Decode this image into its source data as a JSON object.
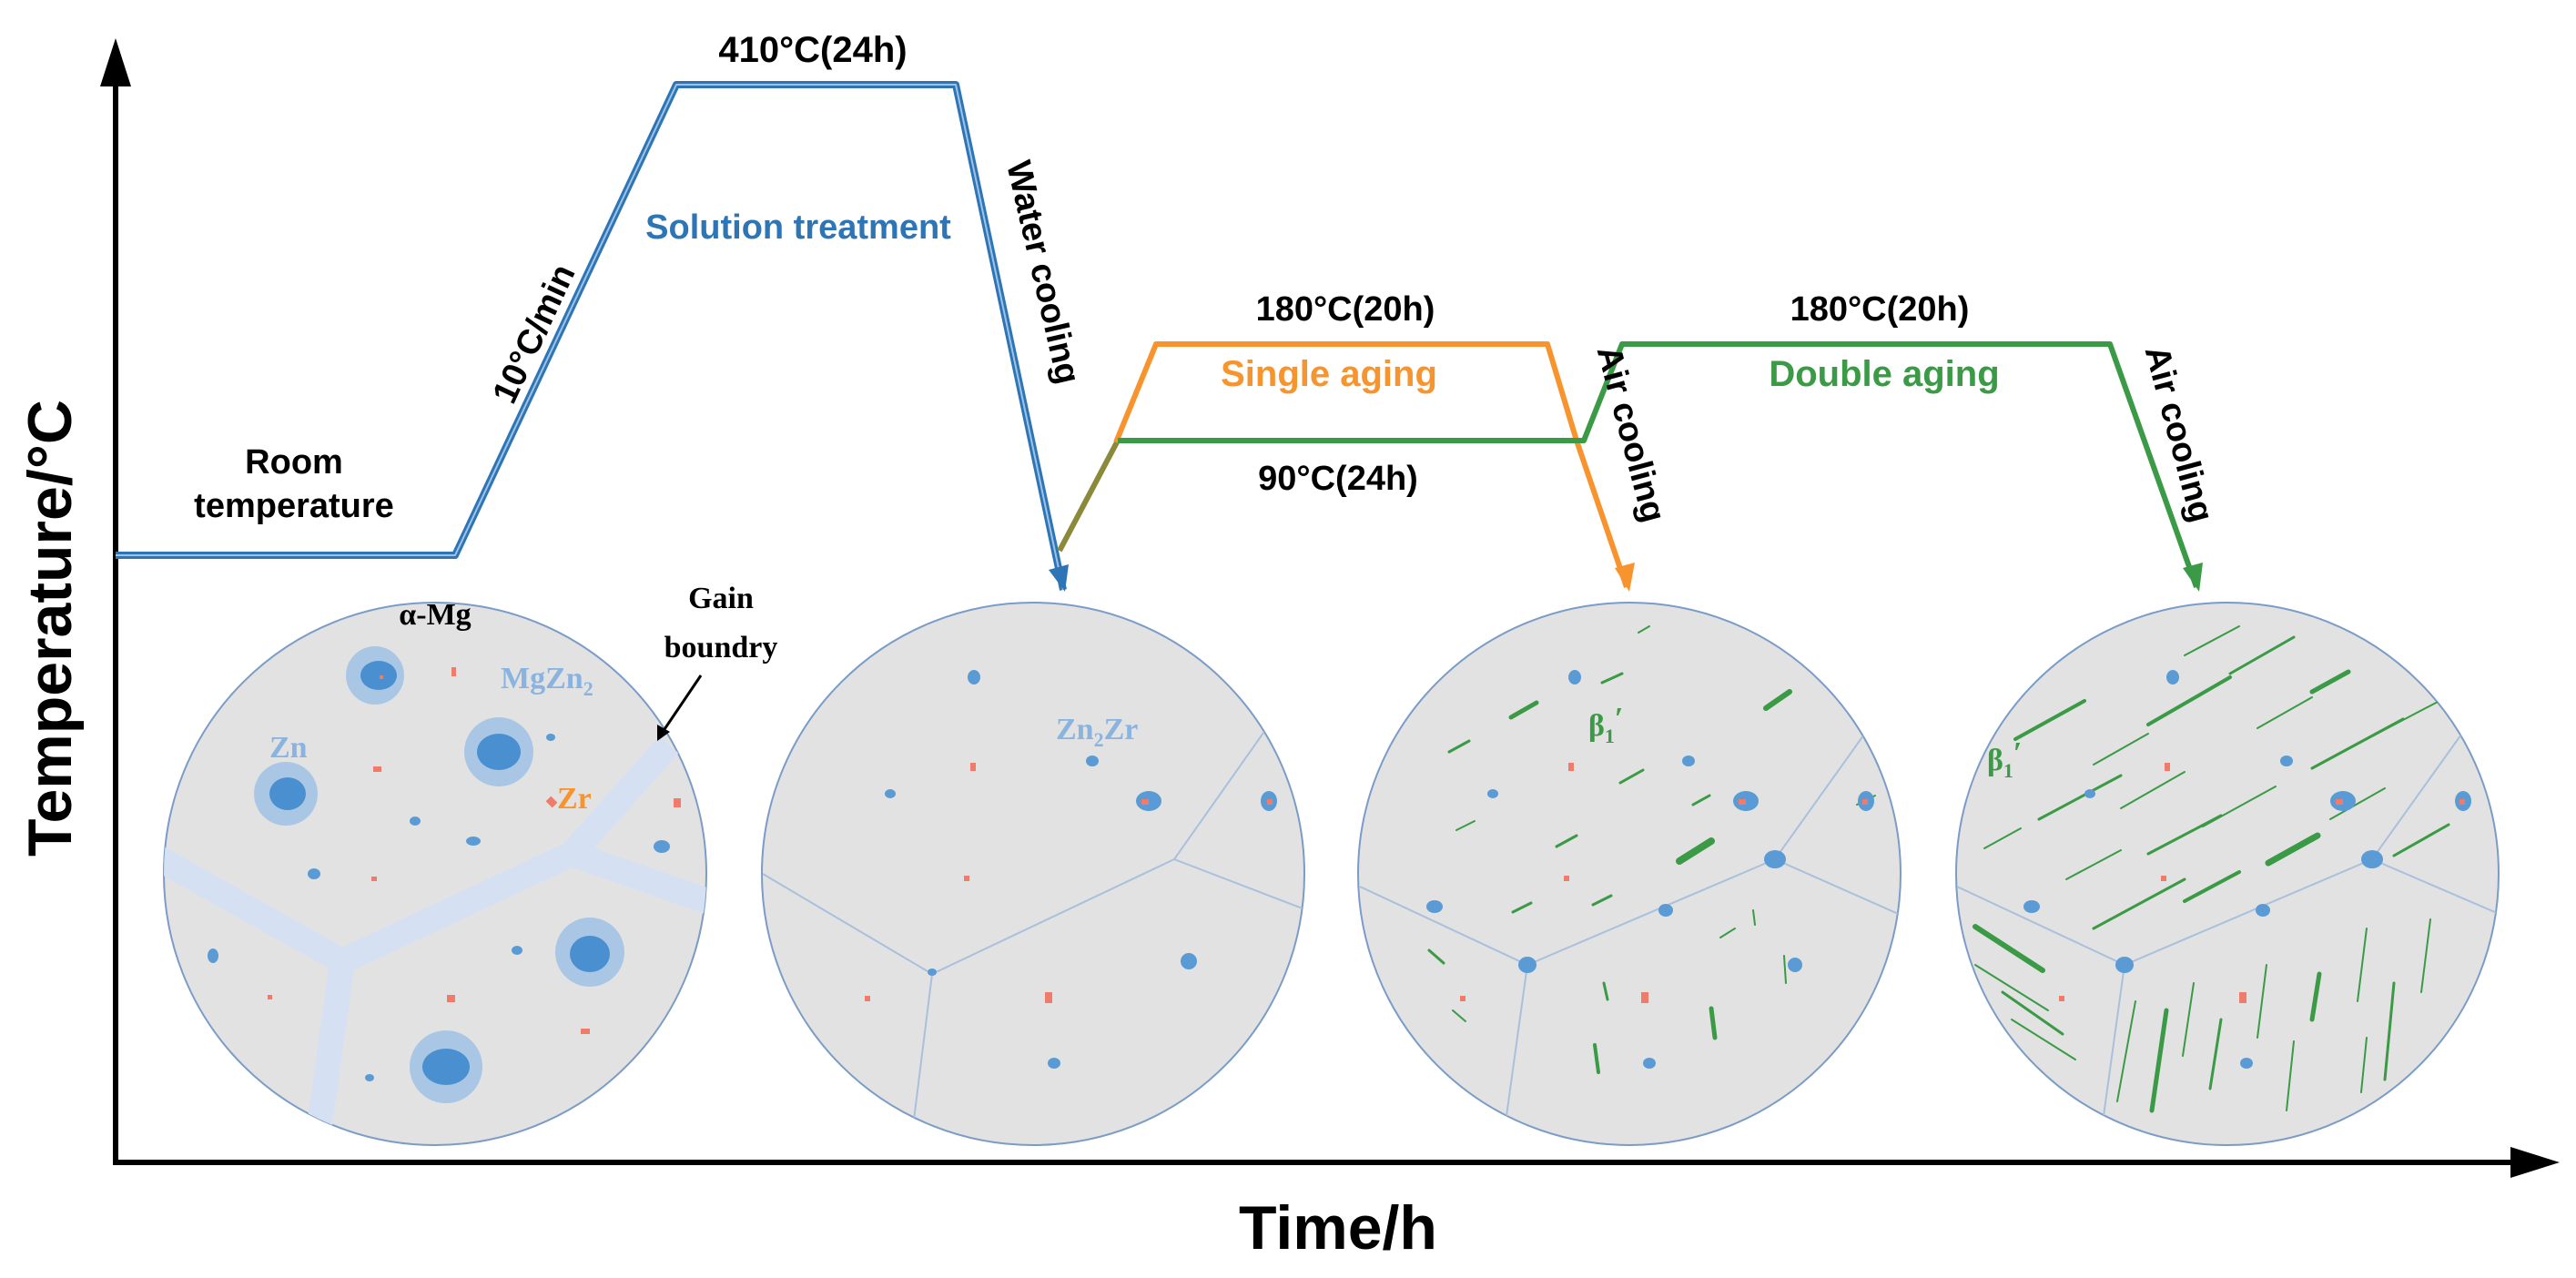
{
  "axes": {
    "y_label": "Temperature/°C",
    "x_label": "Time/h"
  },
  "stages": {
    "room": [
      "Room",
      "temperature"
    ],
    "heating_rate": "10°C/min",
    "solution_temp": "410°C(24h)",
    "solution_label": "Solution treatment",
    "water_cooling": "Water cooling",
    "single_temp": "180°C(20h)",
    "single_label": "Single aging",
    "air_cooling_1": "Air cooling",
    "pre_aging_temp": "90°C(24h)",
    "double_temp": "180°C(20h)",
    "double_label": "Double aging",
    "air_cooling_2": "Air cooling"
  },
  "micro": {
    "alpha_mg": "α-Mg",
    "mgzn2": "MgZn",
    "mgzn2_sub": "2",
    "zn": "Zn",
    "zr": "Zr",
    "gb": [
      "Gain",
      "boundry"
    ],
    "zn2zr_a": "Zn",
    "zn2zr_sub": "2",
    "zn2zr_b": "Zr",
    "beta": "β",
    "beta_sub": "1",
    "beta_prime": "′"
  },
  "colors": {
    "solution": "#2e75b6",
    "single": "#f7942e",
    "double": "#3a9a45",
    "grain": "#e2e2e2",
    "particle": "#5b9bd5",
    "zr": "#f07b6a",
    "precip": "#3a9a45"
  }
}
